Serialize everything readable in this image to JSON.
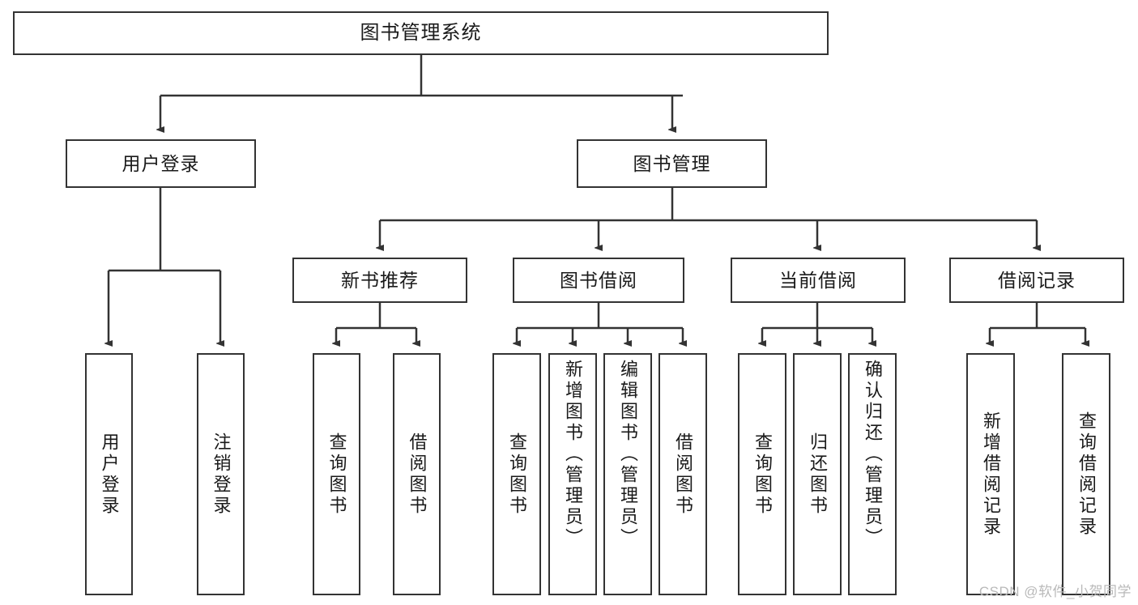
{
  "diagram": {
    "title": "图书管理系统",
    "type": "tree-hierarchy",
    "root": {
      "label": "图书管理系统"
    },
    "level2": [
      {
        "label": "用户登录"
      },
      {
        "label": "图书管理"
      }
    ],
    "level3": [
      {
        "label": "新书推荐"
      },
      {
        "label": "图书借阅"
      },
      {
        "label": "当前借阅"
      },
      {
        "label": "借阅记录"
      }
    ],
    "leaves": {
      "user_login": [
        {
          "label": "用户登录"
        },
        {
          "label": "注销登录"
        }
      ],
      "new_book_recommend": [
        {
          "label": "查询图书"
        },
        {
          "label": "借阅图书"
        }
      ],
      "book_borrow": [
        {
          "label": "查询图书"
        },
        {
          "label": "新增图书（管理员）"
        },
        {
          "label": "编辑图书（管理员）"
        },
        {
          "label": "借阅图书"
        }
      ],
      "current_borrow": [
        {
          "label": "查询图书"
        },
        {
          "label": "归还图书"
        },
        {
          "label": "确认归还（管理员）"
        }
      ],
      "borrow_record": [
        {
          "label": "新增借阅记录"
        },
        {
          "label": "查询借阅记录"
        }
      ]
    }
  },
  "watermark": {
    "text": "CSDN @软件_小贺同学"
  },
  "colors": {
    "box_border": "#333333",
    "box_fill": "#ffffff",
    "text": "#1a1a1a",
    "edge": "#333333",
    "watermark": "#b9b9b9"
  }
}
